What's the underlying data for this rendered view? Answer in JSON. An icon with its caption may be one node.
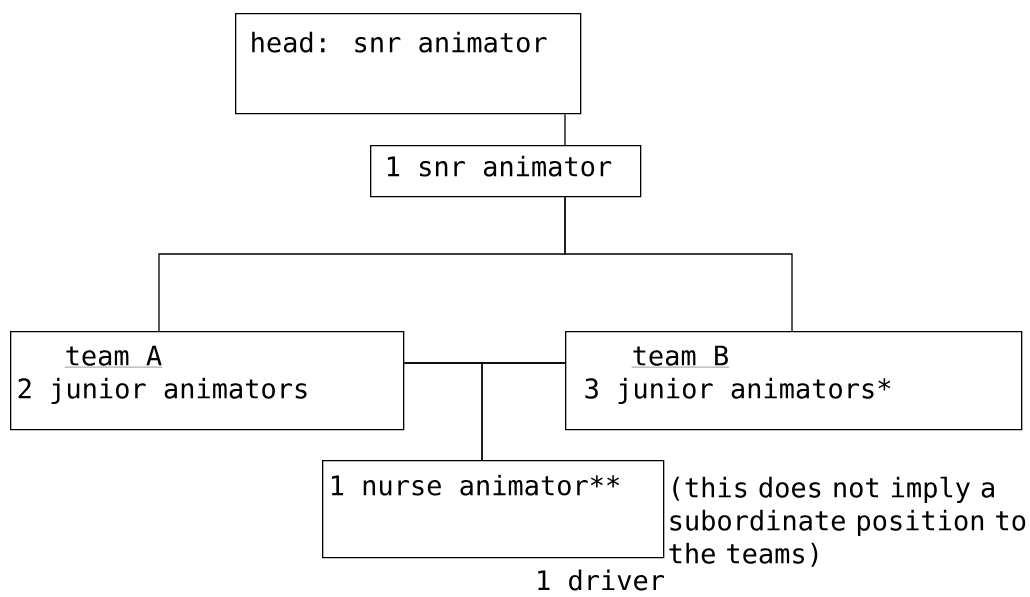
{
  "diagram": {
    "nodes": [
      {
        "text": [
          "head: snr animator"
        ]
      },
      {
        "text": [
          "1 snr animator"
        ]
      },
      {
        "text": [
          "team A",
          "2 junior animators"
        ]
      },
      {
        "text": [
          "team B",
          "3 junior animators*"
        ]
      },
      {
        "text": [
          "1 nurse animator**"
        ],
        "beside": [
          "(this does not imply a subordinate position to the teams)"
        ]
      }
    ],
    "edges": [
      {
        "from": 0,
        "to": 1,
        "arrow": "none"
      },
      {
        "from": 1,
        "to": 2,
        "arrow": "none"
      },
      {
        "from": 1,
        "to": 3,
        "arrow": "none"
      },
      {
        "from": 2,
        "to": 3,
        "arrow": "none"
      },
      {
        "from": 2,
        "to": 4,
        "arrow": "none"
      },
      {
        "from": 3,
        "to": 4,
        "arrow": "none"
      }
    ],
    "labels": [
      "1 driver"
    ]
  }
}
